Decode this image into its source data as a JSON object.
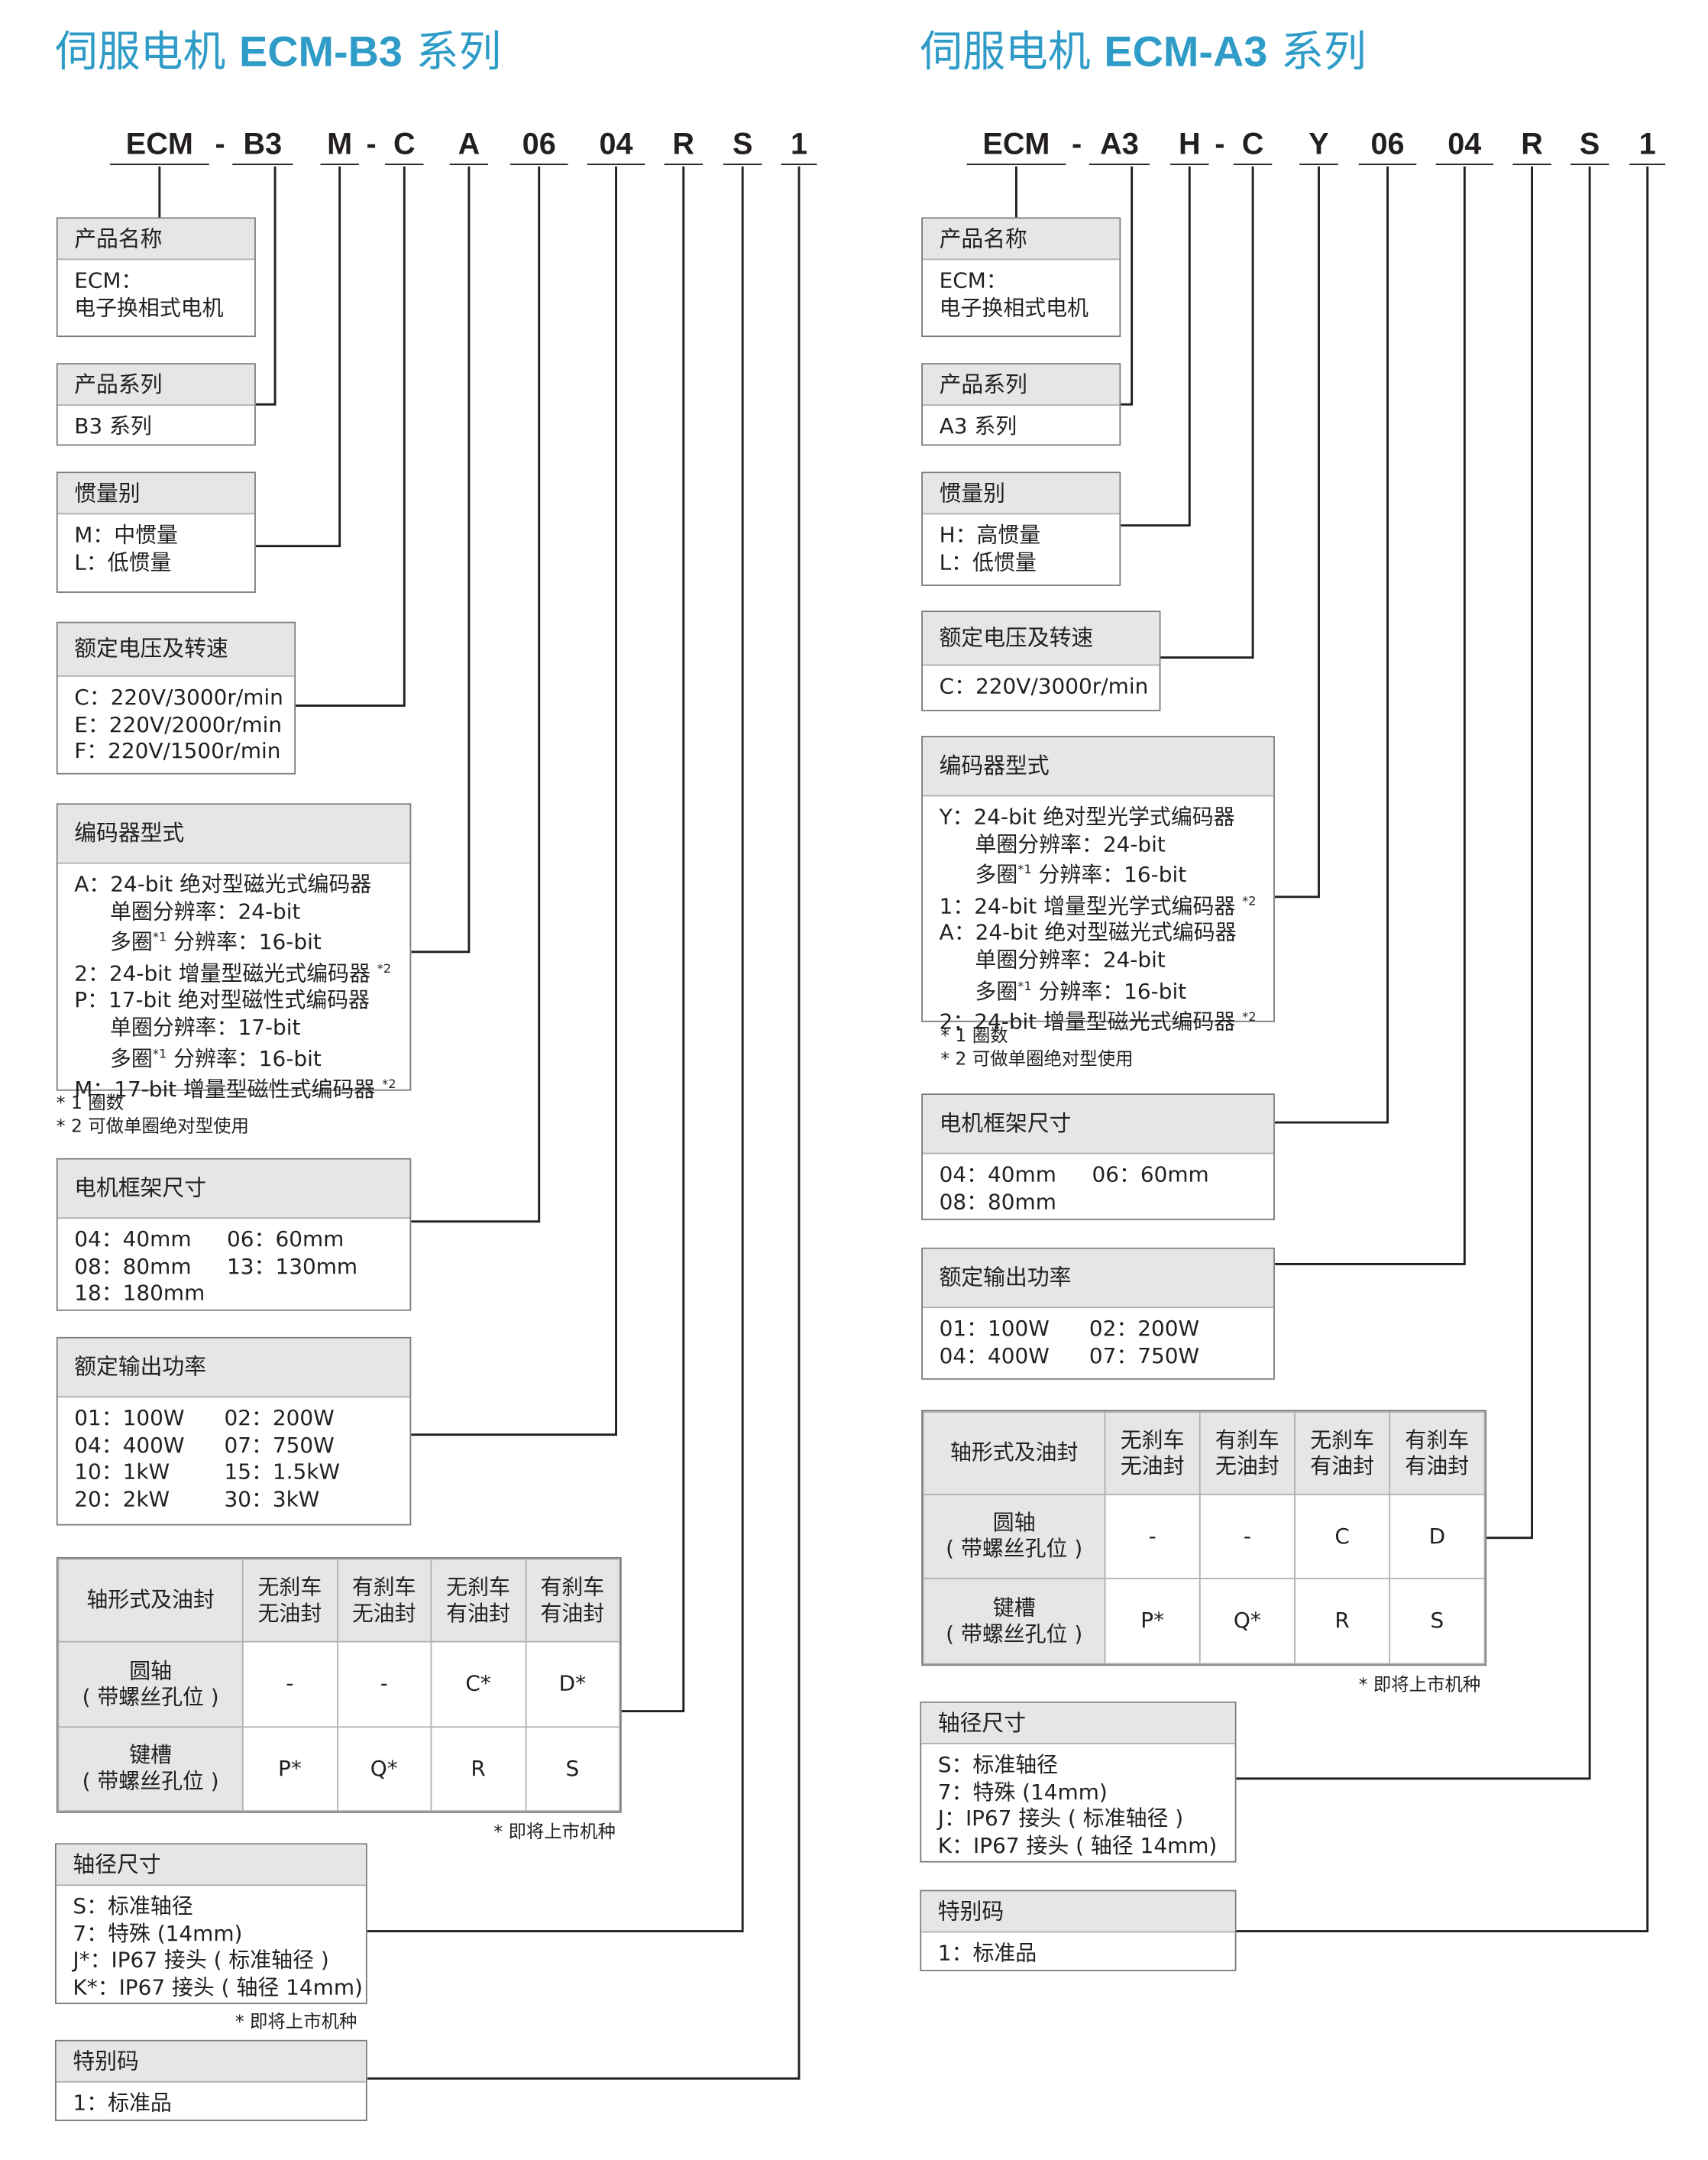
{
  "left": {
    "title_cn": "伺服电机",
    "title_model": "ECM-B3",
    "title_suffix": "系列",
    "code": [
      "ECM",
      "-",
      "B3",
      "M",
      "-",
      "C",
      "A",
      "06",
      "04",
      "R",
      "S",
      "1"
    ],
    "product_name": {
      "header": "产品名称",
      "lines": [
        "ECM：",
        "电子换相式电机"
      ]
    },
    "series": {
      "header": "产品系列",
      "lines": [
        "B3 系列"
      ]
    },
    "inertia": {
      "header": "惯量别",
      "lines": [
        "M：中惯量",
        "L：低惯量"
      ]
    },
    "voltage": {
      "header": "额定电压及转速",
      "lines": [
        "C：220V/3000r/min",
        "E：220V/2000r/min",
        "F：220V/1500r/min"
      ]
    },
    "encoder": {
      "header": "编码器型式",
      "l1": "A：24-bit 绝对型磁光式编码器",
      "l2": "单圈分辨率：24-bit",
      "l3a": "多圈",
      "l3b": "*1",
      "l3c": " 分辨率：16-bit",
      "l4a": "2：24-bit 增量型磁光式编码器 ",
      "l4b": "*2",
      "l5": "P：17-bit 绝对型磁性式编码器",
      "l6": "单圈分辨率：17-bit",
      "l7a": "多圈",
      "l7b": "*1",
      "l7c": " 分辨率：16-bit",
      "l8a": "M：17-bit 增量型磁性式编码器 ",
      "l8b": "*2"
    },
    "encoder_notes": [
      "* 1 圈数",
      "* 2 可做单圈绝对型使用"
    ],
    "frame": {
      "header": "电机框架尺寸",
      "c1": [
        "04：40mm",
        "08：80mm",
        "18：180mm"
      ],
      "c2": [
        "06：60mm",
        "13：130mm"
      ]
    },
    "power": {
      "header": "额定输出功率",
      "c1": [
        "01：100W",
        "04：400W",
        "10：1kW",
        "20：2kW"
      ],
      "c2": [
        "02：200W",
        "07：750W",
        "15：1.5kW",
        "30：3kW"
      ]
    },
    "shaft_table": {
      "corner": "轴形式及油封",
      "cols": [
        [
          "无刹车",
          "无油封"
        ],
        [
          "有刹车",
          "无油封"
        ],
        [
          "无刹车",
          "有油封"
        ],
        [
          "有刹车",
          "有油封"
        ]
      ],
      "rows": [
        {
          "label": [
            "圆轴",
            "( 带螺丝孔位 )"
          ],
          "cells": [
            "-",
            "-",
            "C*",
            "D*"
          ]
        },
        {
          "label": [
            "键槽",
            "( 带螺丝孔位 )"
          ],
          "cells": [
            "P*",
            "Q*",
            "R",
            "S"
          ]
        }
      ],
      "note": "* 即将上市机种"
    },
    "shaft_dia": {
      "header": "轴径尺寸",
      "lines": [
        "S：标准轴径",
        "7：特殊 (14mm)",
        "J*：IP67 接头 ( 标准轴径 )",
        "K*：IP67 接头 ( 轴径 14mm)"
      ],
      "note": "* 即将上市机种"
    },
    "special": {
      "header": "特别码",
      "lines": [
        "1：标准品"
      ]
    }
  },
  "right": {
    "title_cn": "伺服电机",
    "title_model": "ECM-A3",
    "title_suffix": "系列",
    "code": [
      "ECM",
      "-",
      "A3",
      "H",
      "-",
      "C",
      "Y",
      "06",
      "04",
      "R",
      "S",
      "1"
    ],
    "product_name": {
      "header": "产品名称",
      "lines": [
        "ECM：",
        "电子换相式电机"
      ]
    },
    "series": {
      "header": "产品系列",
      "lines": [
        "A3 系列"
      ]
    },
    "inertia": {
      "header": "惯量别",
      "lines": [
        "H：高惯量",
        "L：低惯量"
      ]
    },
    "voltage": {
      "header": "额定电压及转速",
      "lines": [
        "C：220V/3000r/min"
      ]
    },
    "encoder": {
      "header": "编码器型式",
      "l1": "Y：24-bit 绝对型光学式编码器",
      "l2": "单圈分辨率：24-bit",
      "l3a": "多圈",
      "l3b": "*1",
      "l3c": " 分辨率：16-bit",
      "l4a": "1：24-bit 增量型光学式编码器 ",
      "l4b": "*2",
      "l5": "A：24-bit 绝对型磁光式编码器",
      "l6": "单圈分辨率：24-bit",
      "l7a": "多圈",
      "l7b": "*1",
      "l7c": " 分辨率：16-bit",
      "l8a": "2：24-bit 增量型磁光式编码器 ",
      "l8b": "*2"
    },
    "encoder_notes": [
      "* 1 圈数",
      "* 2 可做单圈绝对型使用"
    ],
    "frame": {
      "header": "电机框架尺寸",
      "c1": [
        "04：40mm",
        "08：80mm"
      ],
      "c2": [
        "06：60mm"
      ]
    },
    "power": {
      "header": "额定输出功率",
      "c1": [
        "01：100W",
        "04：400W"
      ],
      "c2": [
        "02：200W",
        "07：750W"
      ]
    },
    "shaft_table": {
      "corner": "轴形式及油封",
      "cols": [
        [
          "无刹车",
          "无油封"
        ],
        [
          "有刹车",
          "无油封"
        ],
        [
          "无刹车",
          "有油封"
        ],
        [
          "有刹车",
          "有油封"
        ]
      ],
      "rows": [
        {
          "label": [
            "圆轴",
            "( 带螺丝孔位 )"
          ],
          "cells": [
            "-",
            "-",
            "C",
            "D"
          ]
        },
        {
          "label": [
            "键槽",
            "( 带螺丝孔位 )"
          ],
          "cells": [
            "P*",
            "Q*",
            "R",
            "S"
          ]
        }
      ],
      "note": "* 即将上市机种"
    },
    "shaft_dia": {
      "header": "轴径尺寸",
      "lines": [
        "S：标准轴径",
        "7：特殊 (14mm)",
        "J：IP67 接头 ( 标准轴径 )",
        "K：IP67 接头 ( 轴径 14mm)"
      ]
    },
    "special": {
      "header": "特别码",
      "lines": [
        "1：标准品"
      ]
    }
  },
  "colors": {
    "title": "#2f9bc7",
    "header_bg": "#e6e6e6",
    "border": "#7a7a7a",
    "line": "#231f20"
  }
}
